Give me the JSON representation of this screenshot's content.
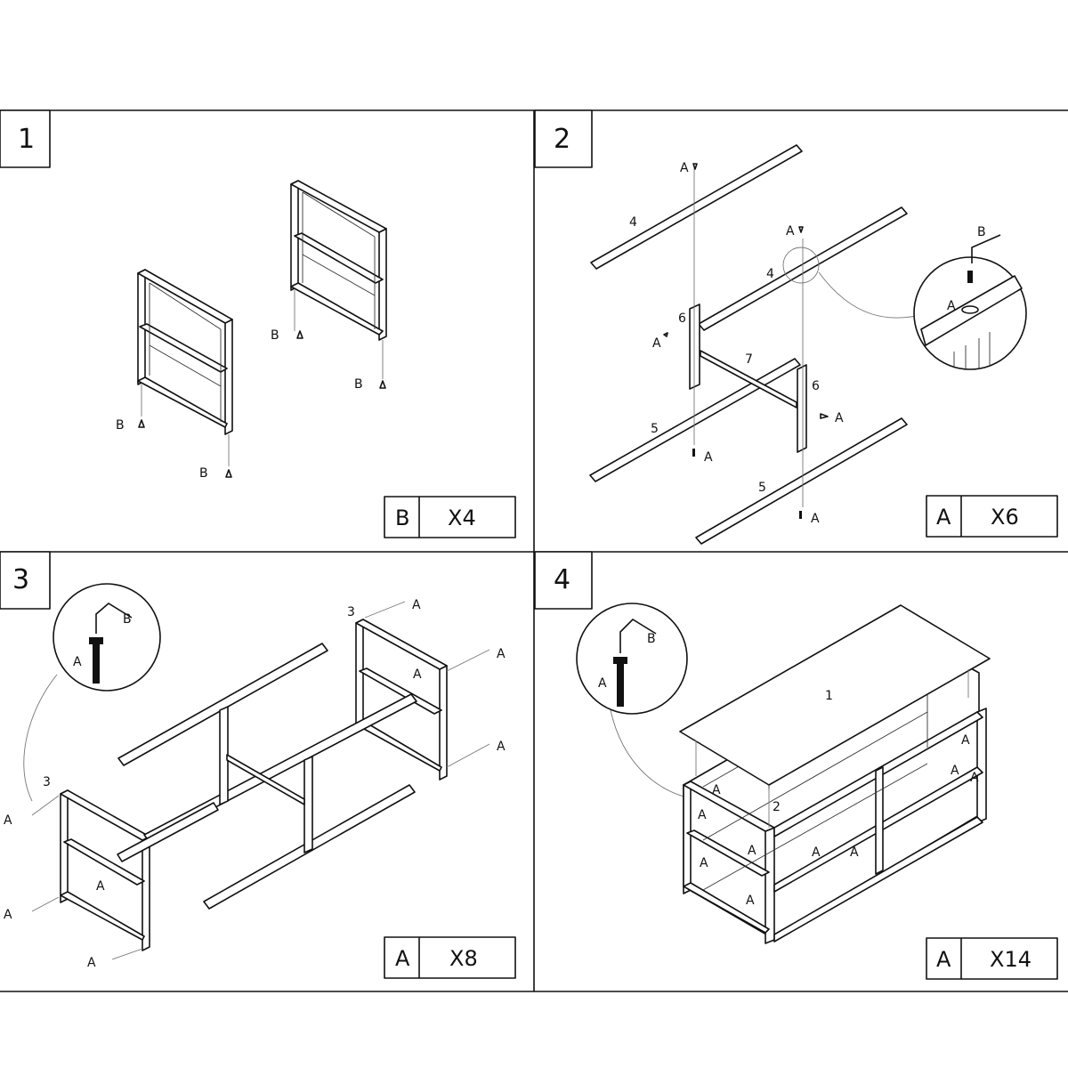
{
  "steps": [
    {
      "number": "1",
      "qty_letter": "B",
      "qty_count": "X4",
      "part_labels": {
        "screw": "B"
      }
    },
    {
      "number": "2",
      "qty_letter": "A",
      "qty_count": "X6",
      "part_labels": {
        "bolt": "A",
        "key": "B",
        "rail_4": "4",
        "rail_5": "5",
        "post_6": "6",
        "brace_7": "7"
      }
    },
    {
      "number": "3",
      "qty_letter": "A",
      "qty_count": "X8",
      "part_labels": {
        "bolt": "A",
        "key": "B",
        "rail_3": "3"
      }
    },
    {
      "number": "4",
      "qty_letter": "A",
      "qty_count": "X14",
      "part_labels": {
        "bolt": "A",
        "key": "B",
        "top_1": "1",
        "shelf_2": "2"
      }
    }
  ]
}
